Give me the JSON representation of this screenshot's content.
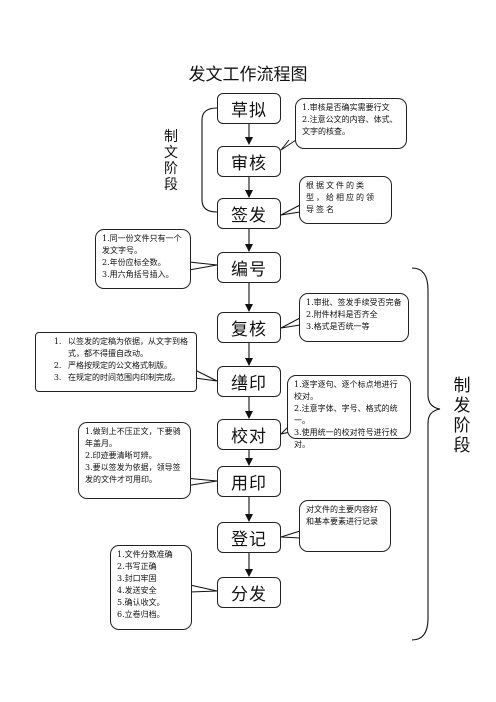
{
  "title": "发文工作流程图",
  "phases": {
    "drafting": "制文阶段",
    "issuing": "制发阶段"
  },
  "steps": [
    "草拟",
    "审核",
    "签发",
    "编号",
    "复核",
    "缮印",
    "校对",
    "用印",
    "登记",
    "分发"
  ],
  "notes": {
    "review": [
      "1.审核是否确实需要行文",
      "2.注意公文的内容、体式、文字的核查。"
    ],
    "sign": [
      "根据文件的类型，给相应的领导签名"
    ],
    "numbering": [
      "1.同一份文件只有一个发文字号。",
      "2.年份应标全数。",
      "3.用六角括号插入。"
    ],
    "recheck": [
      "1.审批、签发手续受否完备",
      "2.附件材料是否齐全",
      "3.格式是否统一等"
    ],
    "printing": [
      "以签发的定稿为依据，从文字到格式，都不得擅自改动。",
      "严格按规定的公文格式制版。",
      "在规定的时间范围内印制完成。"
    ],
    "proofreading": [
      "1.逐字逐句、逐个标点地进行校对。",
      "2.注意字体、字号、格式的统一。",
      "3.使用统一的校对符号进行校对。"
    ],
    "sealing": [
      "1.做到上不压正文，下要骑年盖月。",
      "2.印迹要清晰可辨。",
      "3.要以签发为依据，领导签发的文件才可用印。"
    ],
    "register": [
      "对文件的主要内容好和基本要素进行记录"
    ],
    "distribute": [
      "1.文件分数准确",
      "2.书写正确",
      "3.封口牢固",
      "4.发送安全",
      "5.确认收文。",
      "6.立卷归档。"
    ]
  }
}
